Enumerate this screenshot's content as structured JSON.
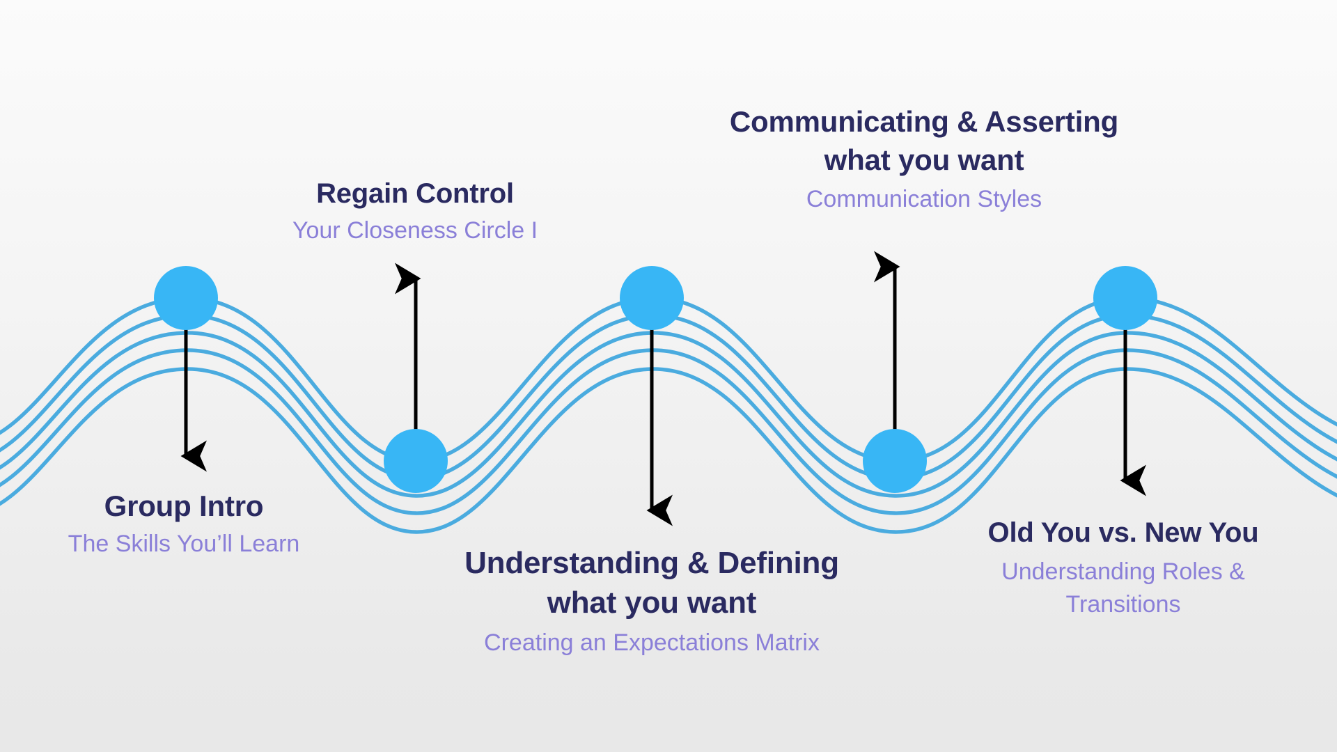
{
  "theme": {
    "background_top": "#fbfbfb",
    "background_bottom": "#e8e8e8",
    "node_color": "#38b6f5",
    "wave_color": "#4aabdf",
    "title_color": "#2a2a60",
    "subtitle_color": "#8a7fd8",
    "arrow_color": "#000000"
  },
  "diagram": {
    "type": "wave-timeline-roadmap",
    "node_count": 5,
    "wave_line_count": 5
  },
  "steps": [
    {
      "index": 1,
      "title": "Group Intro",
      "subtitle": "The Skills You’ll Learn",
      "node_position": "peak",
      "arrow_direction": "down",
      "label_position": "below"
    },
    {
      "index": 2,
      "title": "Regain Control",
      "subtitle": "Your Closeness Circle I",
      "node_position": "trough",
      "arrow_direction": "up",
      "label_position": "above"
    },
    {
      "index": 3,
      "title": "Understanding & Defining\nwhat you want",
      "subtitle": "Creating an Expectations Matrix",
      "node_position": "peak",
      "arrow_direction": "down",
      "label_position": "below"
    },
    {
      "index": 4,
      "title": "Communicating & Asserting\nwhat you want",
      "subtitle": "Communication Styles",
      "node_position": "trough",
      "arrow_direction": "up",
      "label_position": "above"
    },
    {
      "index": 5,
      "title": "Old You vs. New You",
      "subtitle": "Understanding Roles &\nTransitions",
      "node_position": "peak",
      "arrow_direction": "down",
      "label_position": "below"
    }
  ]
}
